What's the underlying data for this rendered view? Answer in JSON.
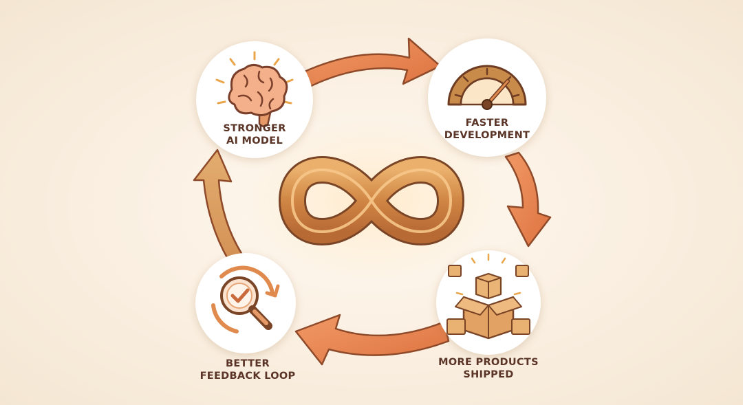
{
  "steps": [
    {
      "id": "stronger-ai-model",
      "line1": "STRONGER",
      "line2": "AI MODEL",
      "icon": "brain-icon"
    },
    {
      "id": "faster-development",
      "line1": "FASTER",
      "line2": "DEVELOPMENT",
      "icon": "speedometer-icon"
    },
    {
      "id": "more-products-shipped",
      "line1": "MORE PRODUCTS",
      "line2": "SHIPPED",
      "icon": "boxes-icon"
    },
    {
      "id": "better-feedback-loop",
      "line1": "BETTER",
      "line2": "FEEDBACK LOOP",
      "icon": "magnifier-check-icon"
    }
  ],
  "center_icon": "infinity-icon",
  "colors": {
    "arrow_orange": "#e8834f",
    "arrow_tan": "#dca163",
    "text": "#5a3426",
    "node_fill": "#ffffff",
    "infinity_gold": "#d99a52"
  }
}
